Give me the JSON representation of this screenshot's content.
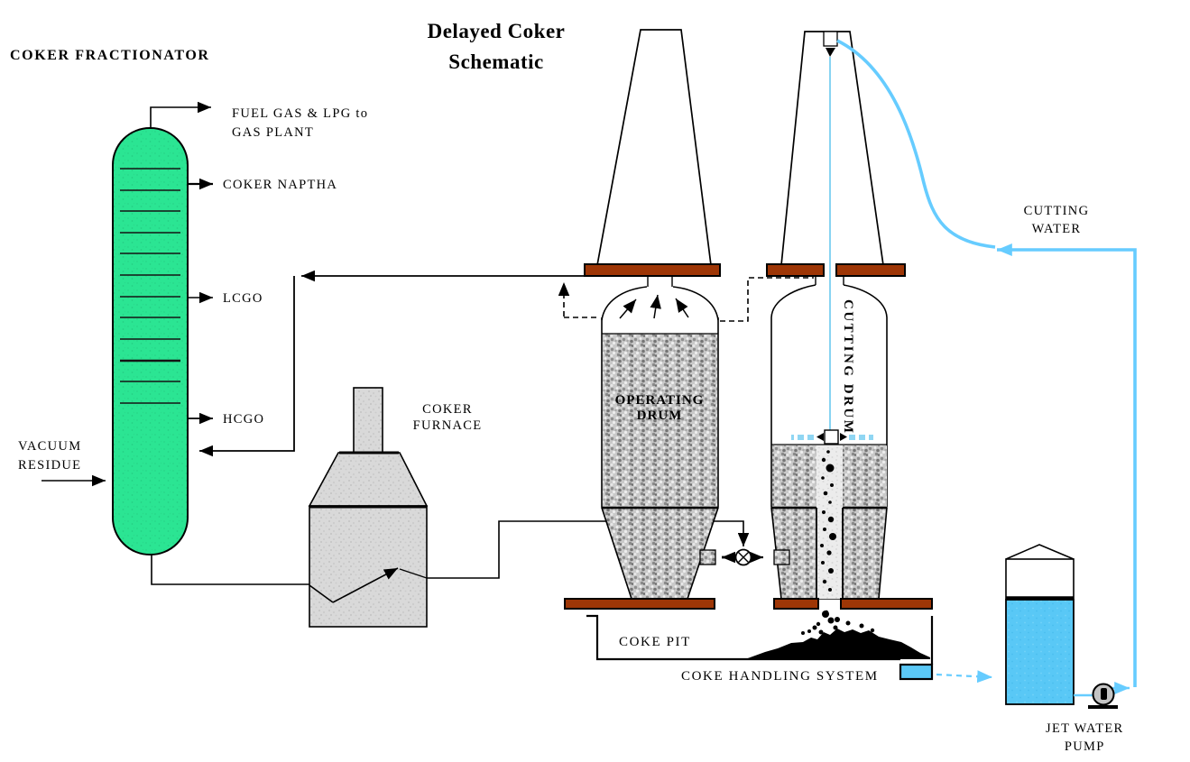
{
  "title": {
    "line1": "Delayed Coker",
    "line2": "Schematic"
  },
  "labels": {
    "coker_fractionator": "COKER FRACTIONATOR",
    "fuel_gas_1": "FUEL GAS & LPG to",
    "fuel_gas_2": "GAS PLANT",
    "coker_naphtha": "COKER NAPTHA",
    "lcgo": "LCGO",
    "hcgo": "HCGO",
    "vacuum_1": "VACUUM",
    "vacuum_2": "RESIDUE",
    "furnace_1": "COKER",
    "furnace_2": "FURNACE",
    "operating_drum_1": "OPERATING",
    "operating_drum_2": "DRUM",
    "cutting_drum": "CUTTING DRUM",
    "cutting_water_1": "CUTTING",
    "cutting_water_2": "WATER",
    "coke_pit": "COKE PIT",
    "coke_handling": "COKE HANDLING SYSTEM",
    "jet_pump_1": "JET WATER",
    "jet_pump_2": "PUMP"
  },
  "colors": {
    "column_green": "#2BE593",
    "flange_brown": "#9E3606",
    "water_blue": "#66CCFF",
    "coke_gray": "#C9C9C9",
    "furnace_gray": "#D9D9D9",
    "coke_black": "#000000"
  }
}
